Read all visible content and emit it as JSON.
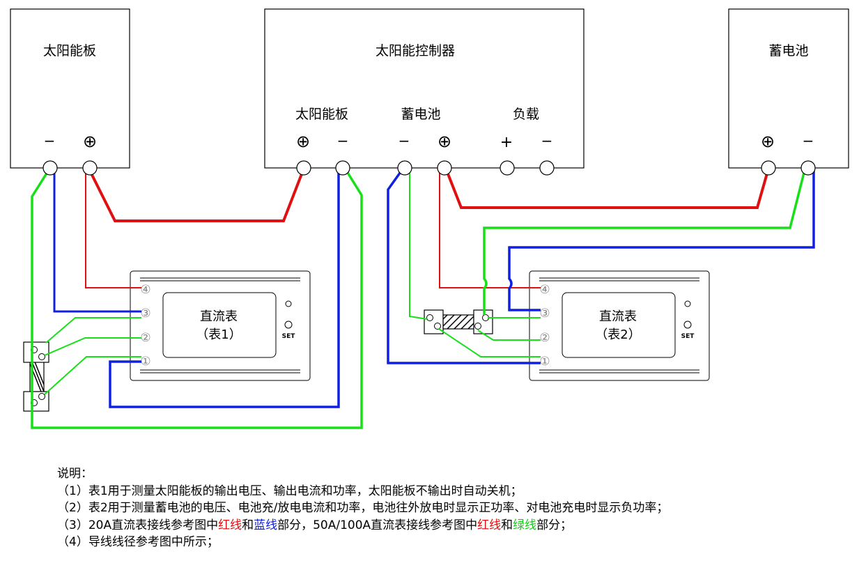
{
  "solar_panel": {
    "title": "太阳能板",
    "minus": "−",
    "plus": "⊕"
  },
  "controller": {
    "title": "太阳能控制器",
    "groups": [
      {
        "label": "太阳能板",
        "left_sign": "⊕",
        "right_sign": "−"
      },
      {
        "label": "蓄电池",
        "left_sign": "−",
        "right_sign": "⊕"
      },
      {
        "label": "负载",
        "left_sign": "+",
        "right_sign": "−"
      }
    ]
  },
  "battery": {
    "title": "蓄电池",
    "plus": "⊕",
    "minus": "−"
  },
  "meter1": {
    "title": "直流表",
    "subtitle": "（表1）",
    "set_label": "SET",
    "terminals": [
      "④",
      "③",
      "②",
      "①"
    ]
  },
  "meter2": {
    "title": "直流表",
    "subtitle": "（表2）",
    "set_label": "SET",
    "terminals": [
      "④",
      "③",
      "②",
      "①"
    ]
  },
  "notes": {
    "heading": "说明：",
    "line1": "（1）表1用于测量太阳能板的输出电压、输出电流和功率，太阳能板不输出时自动关机；",
    "line2": "（2）表2用于测量蓄电池的电压、电池充/放电电流和功率，电池往外放电时显示正功率、对电池充电时显示负功率；",
    "line3": {
      "a": "（3）20A直流表接线参考图中",
      "red": "红线",
      "and1": "和",
      "blue": "蓝线",
      "b": "部分，50A/100A直流表接线参考图中",
      "red2": "红线",
      "and2": "和",
      "green": "绿线",
      "c": "部分；"
    },
    "line4": "（4）导线线径参考图中所示；"
  },
  "colors": {
    "red": "#e01010",
    "blue": "#1020e0",
    "green": "#18e018"
  }
}
